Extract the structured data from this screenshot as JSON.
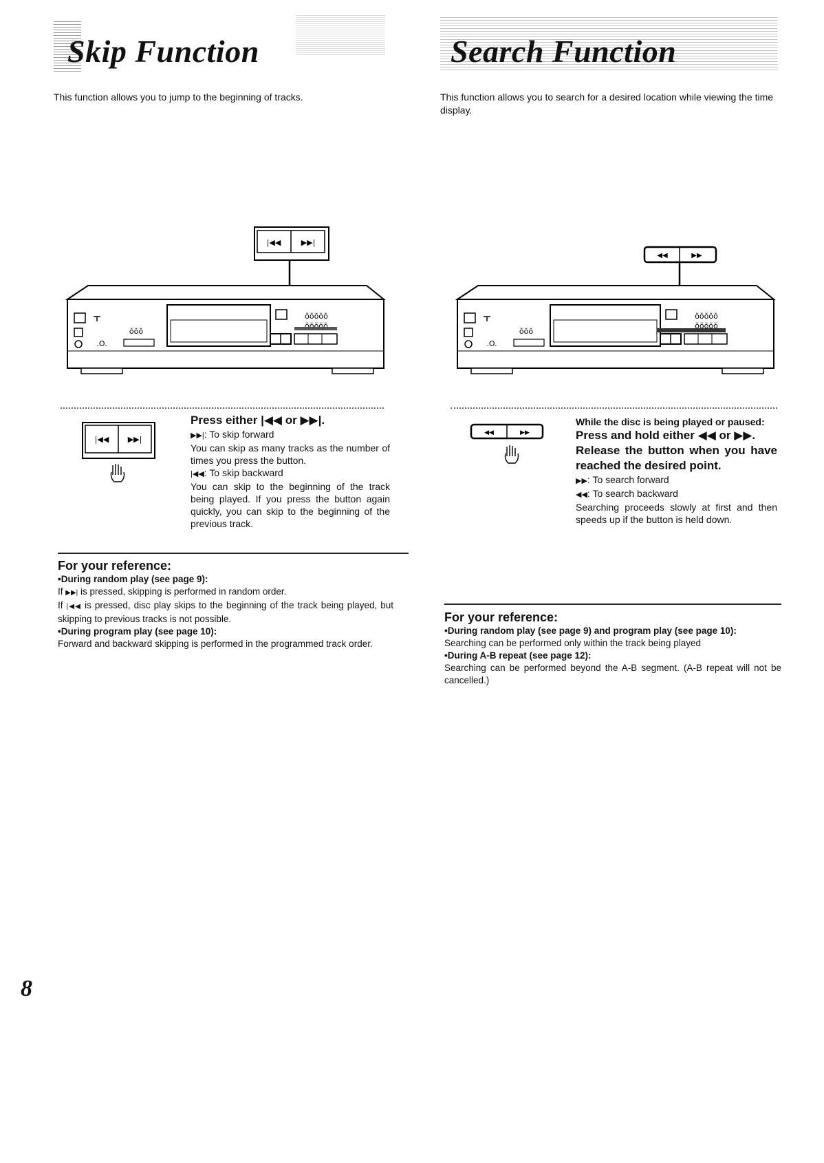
{
  "skip": {
    "title": "Skip Function",
    "intro": "This function allows you to jump to the beginning of tracks.",
    "step_head_pre": "Press either",
    "step_head_mid": "or",
    "step_head_end": ".",
    "forward_label": ": To skip forward",
    "forward_desc": "You can skip as many tracks as the number of times you press the button.",
    "backward_label": ": To skip backward",
    "backward_desc": "You can skip to the beginning of the track being played. If you press the button again quickly, you can skip to the beginning of the previous track.",
    "ref_title": "For your reference:",
    "ref1_head": "During random play (see page 9):",
    "ref1_line1_pre": "If",
    "ref1_line1_post": "is pressed, skipping is performed in random order.",
    "ref1_line2_pre": "If",
    "ref1_line2_post": "is pressed, disc play skips to the beginning of the track being played, but skipping to previous tracks is not possible.",
    "ref2_head": "During program play (see page 10):",
    "ref2_text": "Forward and backward skipping is performed in the programmed track order."
  },
  "search": {
    "title": "Search Function",
    "intro": "This function allows you to search for a desired location while viewing the time display.",
    "condition": "While the disc is being played or paused:",
    "step1_pre": "Press and hold either",
    "step1_mid": "or",
    "step2": "Release the button when you have reached the desired point.",
    "forward_label": ": To search forward",
    "backward_label": ": To search backward",
    "note": "Searching proceeds slowly at first and then speeds up if the button is held down.",
    "ref_title": "For your reference:",
    "ref1_head": "During random play (see page 9) and program play (see page 10):",
    "ref1_text": "Searching can be performed only within the track being played",
    "ref2_head": "During A-B repeat (see page 12):",
    "ref2_text": "Searching can be performed beyond the A-B segment. (A-B repeat will not be cancelled.)"
  },
  "page_number": "8",
  "icons": [
    "skip-back-icon",
    "skip-forward-icon",
    "search-back-icon",
    "search-forward-icon",
    "pointing-hand-icon",
    "cd-player-illustration"
  ]
}
